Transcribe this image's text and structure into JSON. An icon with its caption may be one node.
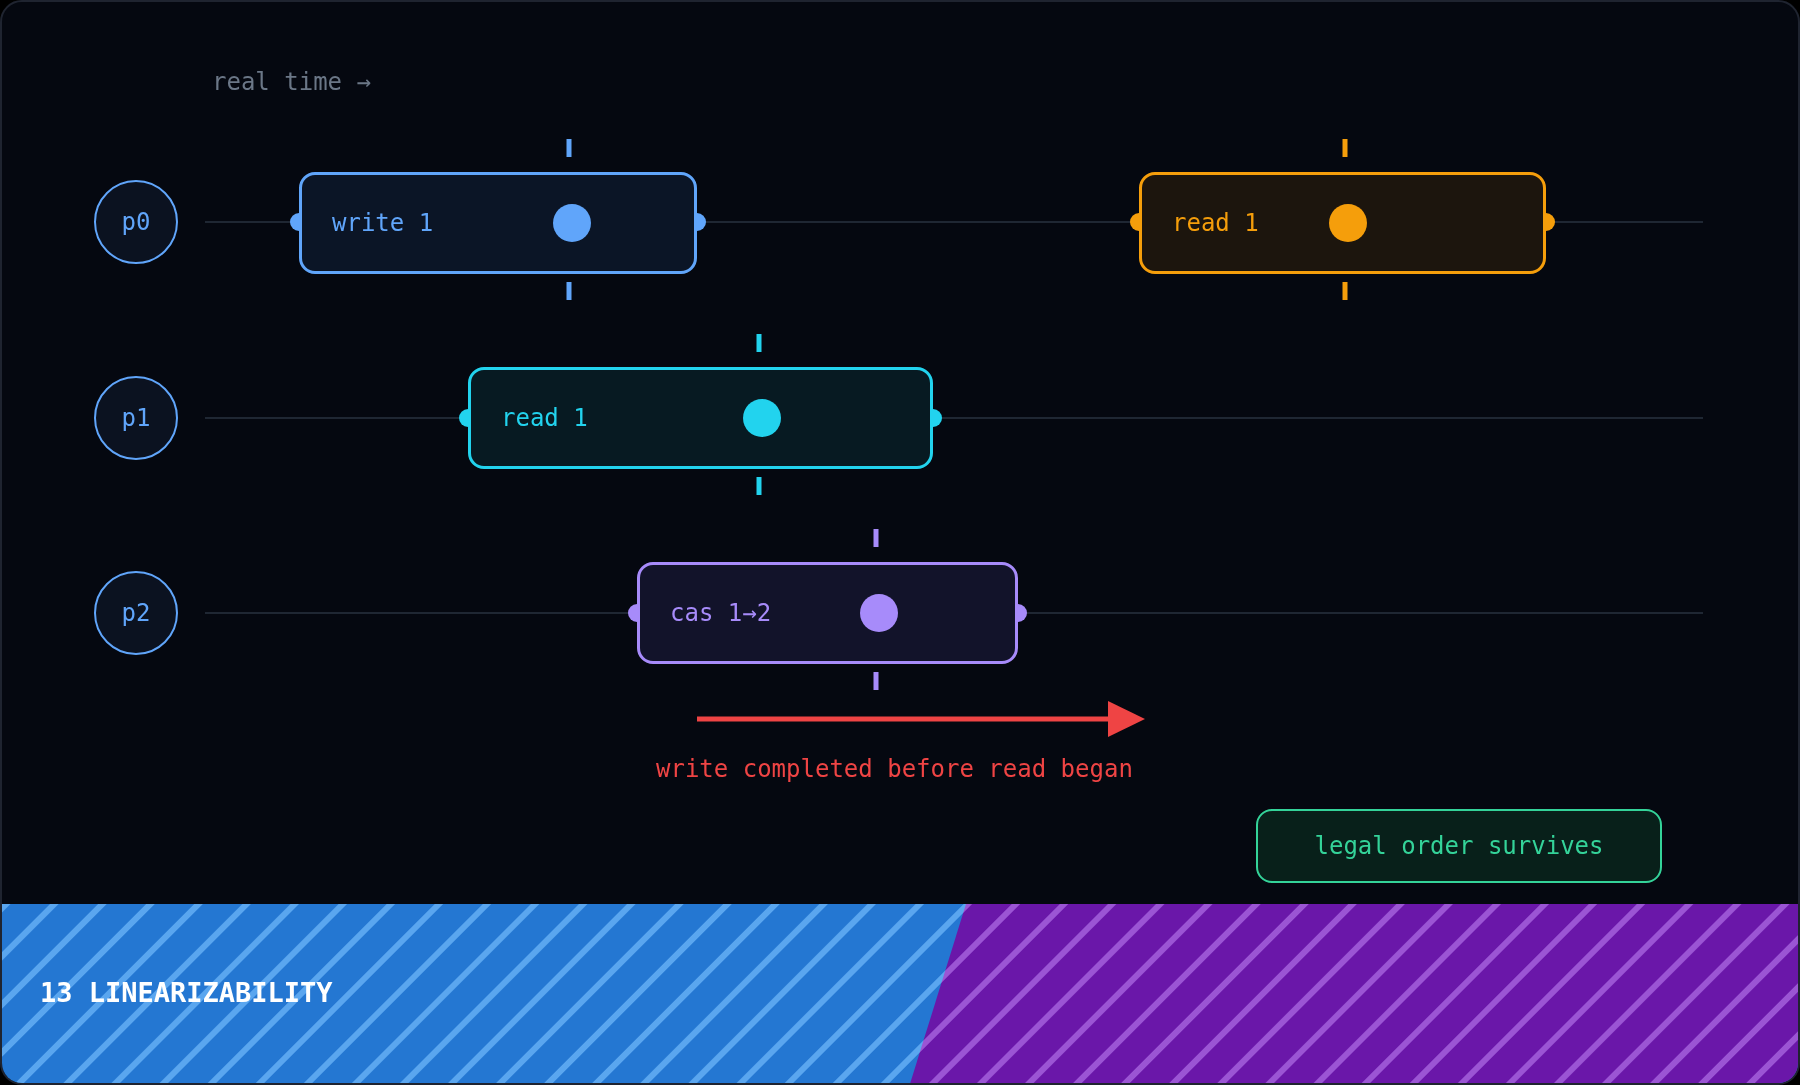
{
  "diagram": {
    "title": "13 LINEARIZABILITY",
    "nodes": [
      {
        "text": [
          "p0"
        ]
      },
      {
        "text": [
          "p1"
        ]
      },
      {
        "text": [
          "p2"
        ]
      },
      {
        "text": [
          "write 1"
        ]
      },
      {
        "text": [
          "read 1"
        ]
      },
      {
        "text": [
          "read 1"
        ]
      },
      {
        "text": [
          "cas 1→2"
        ]
      },
      {
        "text": [
          "legal order survives"
        ]
      }
    ],
    "labels": [
      "real time →",
      "write completed before read began"
    ]
  }
}
